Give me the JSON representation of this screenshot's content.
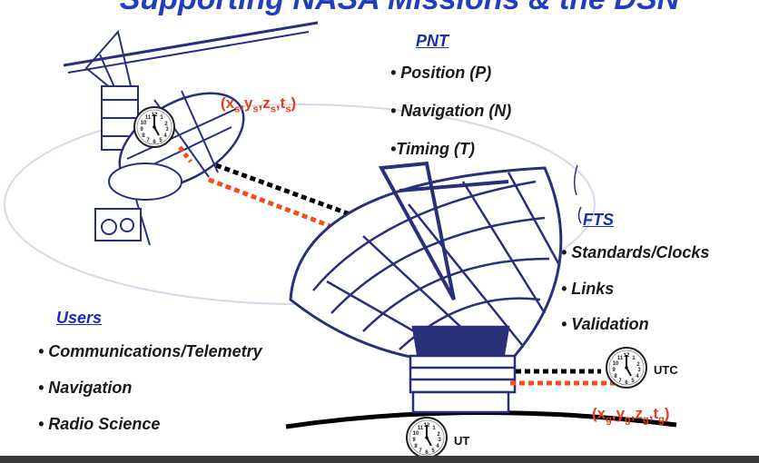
{
  "title": "Supporting NASA Missions & the DSN",
  "pnt": {
    "heading": "PNT",
    "items": [
      "• Position (P)",
      "• Navigation (N)",
      "•Timing (T)"
    ]
  },
  "fts": {
    "heading": "FTS",
    "items": [
      "• Standards/Clocks",
      "• Links",
      "• Validation"
    ]
  },
  "users": {
    "heading": "Users",
    "items": [
      "• Communications/Telemetry",
      "• Navigation",
      "• Radio Science"
    ]
  },
  "coords": {
    "spacecraft": {
      "open": "(x",
      "s1": "s",
      "c1": ",y",
      "s2": "s",
      "c2": ",z",
      "s3": "s",
      "c3": ",t",
      "s4": "s",
      "close": ")"
    },
    "ground": {
      "open": "(x",
      "s1": "g",
      "c1": ",y",
      "s2": "g",
      "c2": ",z",
      "s3": "g",
      "c3": ",t",
      "s4": "g",
      "close": ")"
    }
  },
  "clock_labels": {
    "utc": "UTC",
    "ut": "UT"
  },
  "colors": {
    "heading_blue": "#1a2fb0",
    "coord_red": "#e0401f",
    "antenna_navy": "#28307a",
    "link_black": "#000000",
    "link_red": "#f0501e"
  },
  "icons": [
    "spacecraft-icon",
    "antenna-icon",
    "clock-icon"
  ]
}
